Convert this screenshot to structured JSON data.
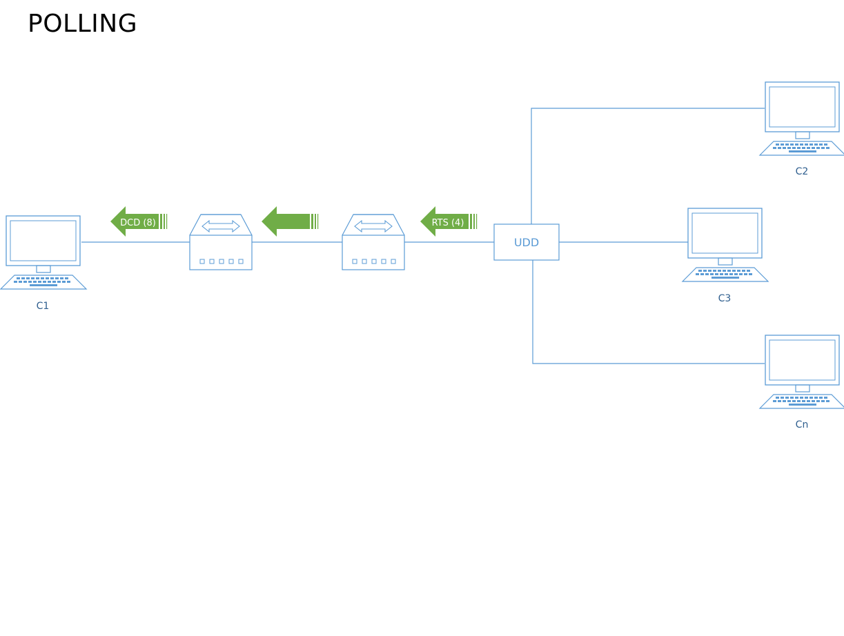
{
  "title": "POLLING",
  "colors": {
    "line": "#5b9bd5",
    "arrow": "#70ad47",
    "text_dark": "#2e5e8e",
    "udd_text": "#5b9bd5"
  },
  "nodes": {
    "c1": {
      "label": "C1",
      "icon": "computer-icon"
    },
    "c2": {
      "label": "C2",
      "icon": "computer-icon"
    },
    "c3": {
      "label": "C3",
      "icon": "computer-icon"
    },
    "cn": {
      "label": "Cn",
      "icon": "computer-icon"
    },
    "modem_left": {
      "icon": "modem-icon"
    },
    "modem_right": {
      "icon": "modem-icon"
    },
    "udd": {
      "label": "UDD"
    }
  },
  "signals": {
    "dcd": {
      "label": "DCD (8)",
      "icon": "arrow-left-icon"
    },
    "middle": {
      "label": "",
      "icon": "arrow-left-icon"
    },
    "rts": {
      "label": "RTS (4)",
      "icon": "arrow-left-icon"
    }
  }
}
